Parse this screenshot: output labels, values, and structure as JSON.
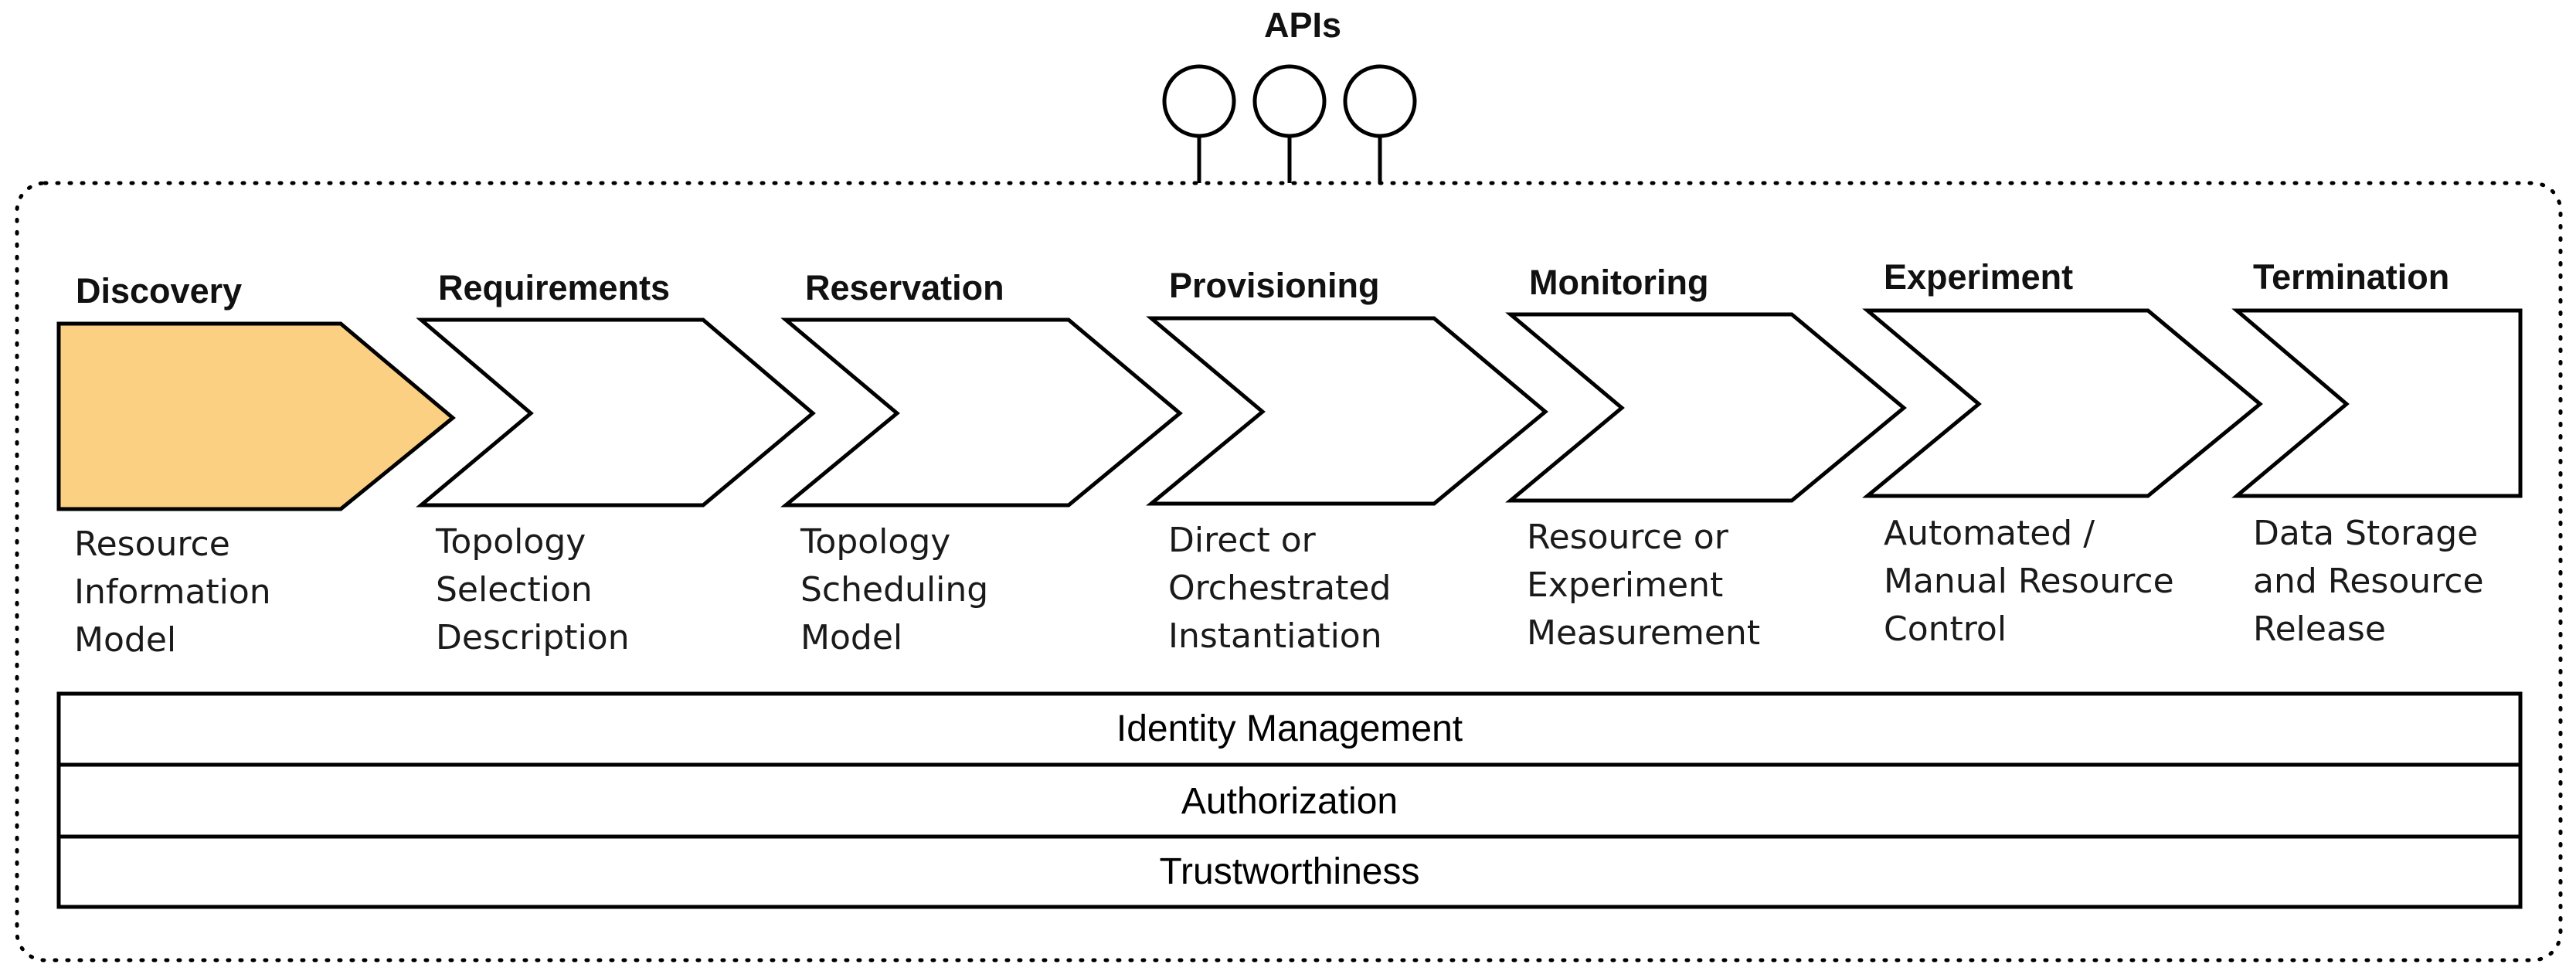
{
  "api": {
    "label": "APIs",
    "count": 3
  },
  "stages": [
    {
      "title": "Discovery",
      "description": [
        "Resource",
        "Information",
        "Model"
      ],
      "highlighted": true
    },
    {
      "title": "Requirements",
      "description": [
        "Topology",
        "Selection",
        "Description"
      ],
      "highlighted": false
    },
    {
      "title": "Reservation",
      "description": [
        "Topology",
        "Scheduling",
        "Model"
      ],
      "highlighted": false
    },
    {
      "title": "Provisioning",
      "description": [
        "Direct or",
        "Orchestrated",
        "Instantiation"
      ],
      "highlighted": false
    },
    {
      "title": "Monitoring",
      "description": [
        "Resource or",
        "Experiment",
        "Measurement"
      ],
      "highlighted": false
    },
    {
      "title": "Experiment",
      "description": [
        "Automated /",
        "Manual Resource",
        "Control"
      ],
      "highlighted": false
    },
    {
      "title": "Termination",
      "description": [
        "Data Storage",
        "and Resource",
        "Release"
      ],
      "highlighted": false
    }
  ],
  "layers": [
    "Identity Management",
    "Authorization",
    "Trustworthiness"
  ],
  "colors": {
    "highlight_fill": "#FBD083",
    "stroke": "#000000",
    "background": "#FFFFFF"
  }
}
